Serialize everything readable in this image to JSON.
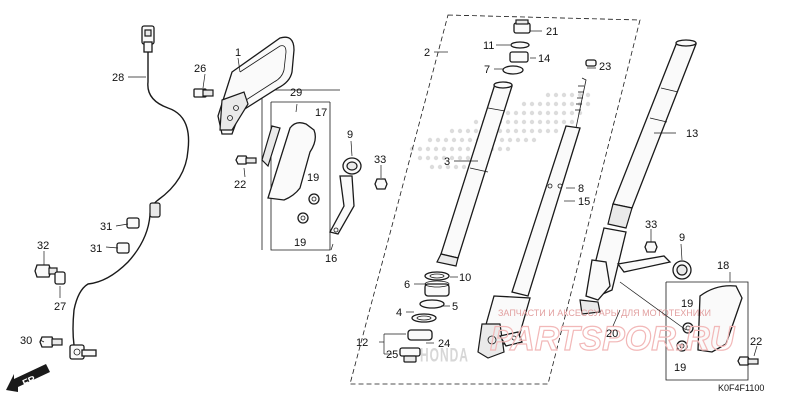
{
  "callouts": {
    "c1": "1",
    "c2": "2",
    "c3": "3",
    "c4": "4",
    "c5": "5",
    "c6": "6",
    "c7": "7",
    "c8": "8",
    "c9a": "9",
    "c9b": "9",
    "c10": "10",
    "c11": "11",
    "c12": "12",
    "c13": "13",
    "c14": "14",
    "c15": "15",
    "c16": "16",
    "c17": "17",
    "c18": "18",
    "c19a": "19",
    "c19b": "19",
    "c19c": "19",
    "c19d": "19",
    "c20": "20",
    "c21": "21",
    "c22a": "22",
    "c22b": "22",
    "c23": "23",
    "c24": "24",
    "c25": "25",
    "c26": "26",
    "c27": "27",
    "c28": "28",
    "c29": "29",
    "c30": "30",
    "c31a": "31",
    "c31b": "31",
    "c32": "32",
    "c33a": "33",
    "c33b": "33"
  },
  "diagram_code": "K0F4F1100",
  "direction_label": "FR.",
  "watermark": {
    "brand": "HONDA",
    "shop_text": "ЗАПЧАСТИ И АКСЕССУАРЫ ДЛЯ МОТОТЕХНИКИ",
    "shop_logo": "PARTSPOR.RU"
  },
  "colors": {
    "line": "#1a1a1a",
    "watermark_gray": "#d7d7d7",
    "watermark_red": "#e2a0a0"
  }
}
